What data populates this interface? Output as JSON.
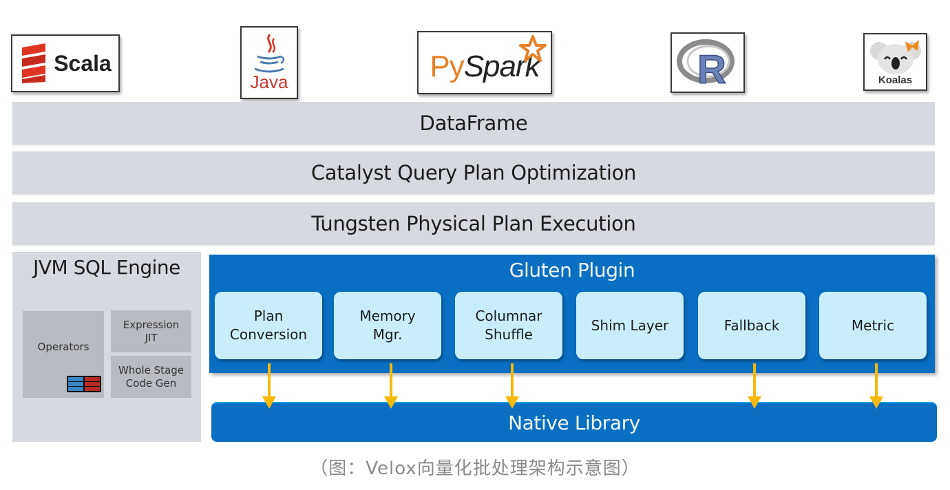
{
  "languages": [
    {
      "name": "Scala",
      "icon": "scala-logo-icon",
      "color": "#de3423"
    },
    {
      "name": "Java",
      "icon": "java-logo-icon",
      "color": "#d1382c"
    },
    {
      "name": "PySpark",
      "icon": "pyspark-logo-icon",
      "color": "#e8822a"
    },
    {
      "name": "R",
      "icon": "r-logo-icon",
      "color": "#6b7fb8"
    },
    {
      "name": "Koalas",
      "icon": "koalas-logo-icon",
      "color": "#f08a1c"
    }
  ],
  "layers": {
    "dataframe": "DataFrame",
    "catalyst": "Catalyst Query Plan Optimization",
    "tungsten": "Tungsten Physical Plan Execution"
  },
  "jvm_engine": {
    "title": "JVM SQL Engine",
    "operators": "Operators",
    "expression_jit": "Expression\nJIT",
    "whole_stage": "Whole Stage\nCode Gen"
  },
  "gluten_plugin": {
    "title": "Gluten Plugin",
    "modules": [
      {
        "label": "Plan\nConversion",
        "arrow": true
      },
      {
        "label": "Memory\nMgr.",
        "arrow": true
      },
      {
        "label": "Columnar\nShuffle",
        "arrow": true
      },
      {
        "label": "Shim Layer",
        "arrow": false
      },
      {
        "label": "Fallback",
        "arrow": true
      },
      {
        "label": "Metric",
        "arrow": true
      }
    ]
  },
  "native_library": "Native Library",
  "caption": "（图：Velox向量化批处理架构示意图）",
  "colors": {
    "gluten_blue": "#0a6fc2",
    "module_fill": "#c9eefb",
    "layer_gray": "#d6d9df",
    "arrow_yellow": "#f5b90a"
  }
}
